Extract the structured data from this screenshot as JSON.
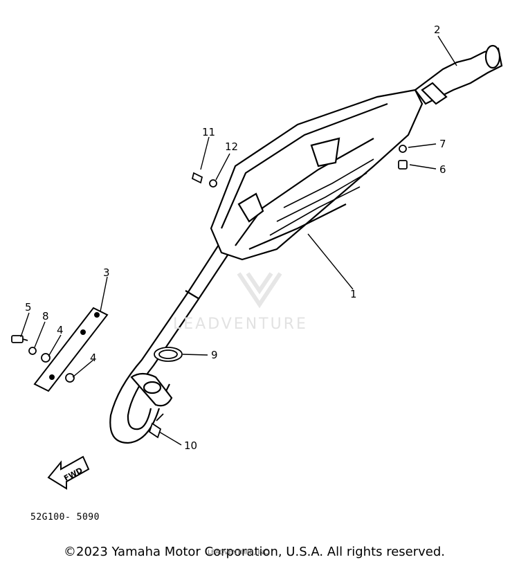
{
  "diagram": {
    "part_number": "52G100- 5090",
    "fwd_label": "FWD",
    "callouts": [
      {
        "id": "1",
        "text": "1"
      },
      {
        "id": "2",
        "text": "2"
      },
      {
        "id": "3",
        "text": "3"
      },
      {
        "id": "4a",
        "text": "4"
      },
      {
        "id": "4b",
        "text": "4"
      },
      {
        "id": "5",
        "text": "5"
      },
      {
        "id": "6",
        "text": "6"
      },
      {
        "id": "7",
        "text": "7"
      },
      {
        "id": "8",
        "text": "8"
      },
      {
        "id": "9",
        "text": "9"
      },
      {
        "id": "10",
        "text": "10"
      },
      {
        "id": "11",
        "text": "11"
      },
      {
        "id": "12",
        "text": "12"
      }
    ]
  },
  "watermark": {
    "text": "LEADVENTURE"
  },
  "footer": {
    "copyright": "©2023 Yamaha Motor Corporation, U.S.A. All rights reserved.",
    "overlay": "LEADVENTURE, INC."
  }
}
